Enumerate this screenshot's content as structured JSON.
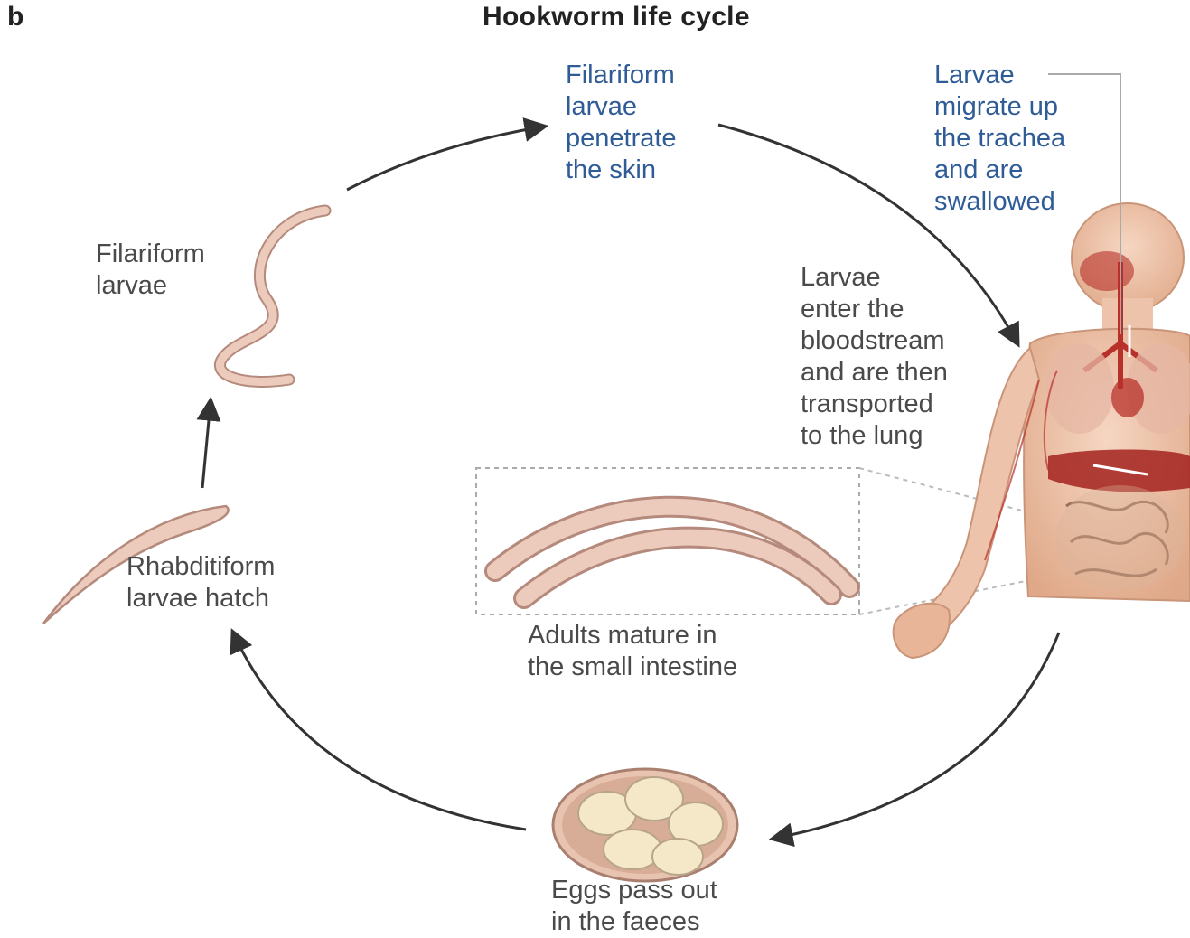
{
  "figure": {
    "panel_letter": "b",
    "title": "Hookworm life cycle"
  },
  "stages": {
    "penetrate_skin": "Filariform\nlarvae\npenetrate\nthe skin",
    "trachea": "Larvae\nmigrate up\nthe trachea\nand are\nswallowed",
    "bloodstream": "Larvae\nenter the\nbloodstream\nand are then\ntransported\nto the lung",
    "adults": "Adults mature in\nthe small intestine",
    "eggs": "Eggs pass out\nin the faeces",
    "rhabditiform": "Rhabditiform\nlarvae hatch",
    "filariform": "Filariform\nlarvae"
  },
  "colors": {
    "text_dark": "#4a4a4a",
    "text_blue": "#2f5c97",
    "arrow": "#333333",
    "worm_fill": "#eccbbd",
    "worm_stroke": "#b58a7c",
    "skin": "#eec3ab",
    "organ_red": "#b8302a",
    "egg_fill": "#f4e8c8"
  },
  "icons": {
    "adult_worms": "adult-worms-illustration",
    "human_body": "human-body-illustration",
    "eggs": "eggs-in-faeces-illustration"
  }
}
